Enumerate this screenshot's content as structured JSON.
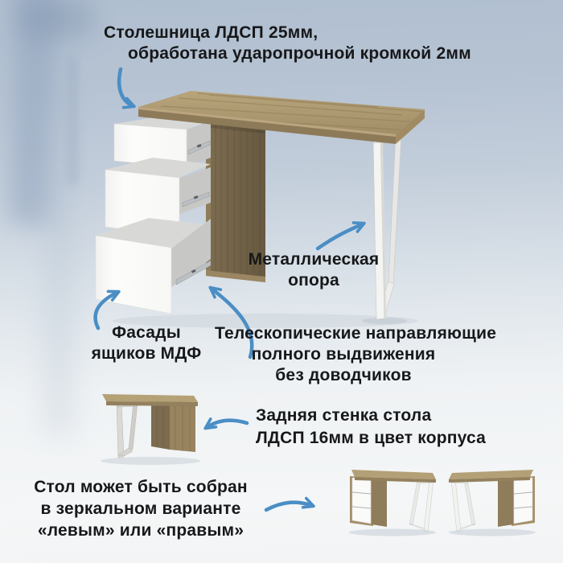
{
  "labels": {
    "tabletop": {
      "line1": "Столешница ЛДСП 25мм,",
      "line2": "обработана ударопрочной кромкой 2мм"
    },
    "metal_support": {
      "line1": "Металлическая",
      "line2": "опора"
    },
    "drawer_fronts": {
      "line1": "Фасады",
      "line2": "ящиков МДФ"
    },
    "slides": {
      "line1": "Телескопические направляющие",
      "line2": "полного выдвижения",
      "line3": "без доводчиков"
    },
    "back_panel": {
      "line1": "Задняя стенка стола",
      "line2": "ЛДСП 16мм в цвет корпуса"
    },
    "mirror_option": {
      "line1": "Стол может быть собран",
      "line2": "в зеркальном варианте",
      "line3": "«левым» или «правым»"
    }
  },
  "colors": {
    "arrow_accent": "#4a8ec5",
    "text": "#17181a",
    "background_top": "#b0bfd0",
    "background_bottom": "#f4f6f7",
    "wood_top": "#ae9a72",
    "wood_side_dark": "#6f6049",
    "drawer_front_white": "#fbfbfa",
    "metal_leg_white": "#f3f3f1"
  },
  "icons": {
    "arrows": [
      "curved-arrow-to-tabletop",
      "arrow-to-metal-leg",
      "curved-arrow-to-drawer-front",
      "curved-arrow-to-slides",
      "arrow-left-to-back-panel",
      "arrow-right-to-mirror-desks"
    ]
  }
}
